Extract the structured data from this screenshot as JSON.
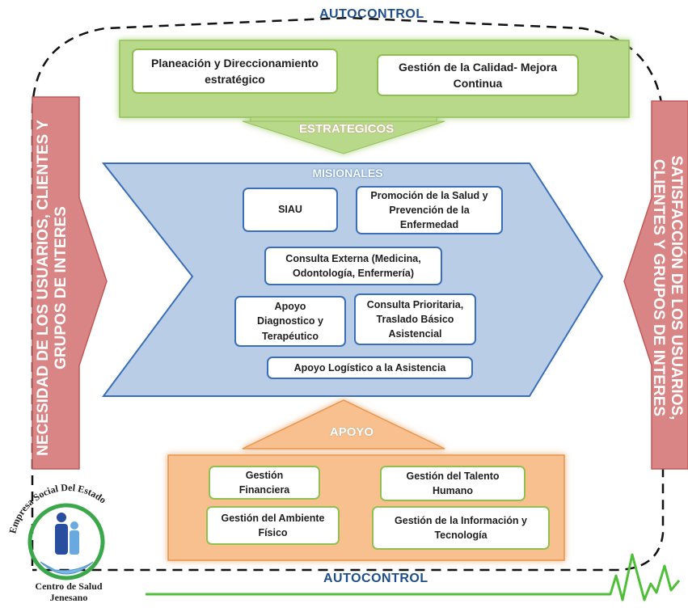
{
  "autocontrol_top": "AUTOCONTROL",
  "autocontrol_bottom": "AUTOCONTROL",
  "left_arrow_text": "NECESIDAD DE LOS USUARIOS, CLIENTES Y\nGRUPOS DE INTERES",
  "right_arrow_text": "SATISFACCIÓN DE LOS USUARIOS,\nCLIENTES Y GRUPOS DE INTERES",
  "estrategicos": {
    "label": "ESTRATEGICOS",
    "items": [
      "Planeación y Direccionamiento\nestratégico",
      "Gestión de la Calidad- Mejora\nContinua"
    ]
  },
  "misionales": {
    "label": "MISIONALES",
    "items": [
      "SIAU",
      "Promoción de la Salud y\nPrevención de la\nEnfermedad",
      "Consulta Externa (Medicina,\nOdontología, Enfermería)",
      "Apoyo\nDiagnostico y\nTerapéutico",
      "Consulta Prioritaria,\nTraslado Básico\nAsistencial",
      "Apoyo Logístico a la Asistencia"
    ]
  },
  "apoyo": {
    "label": "APOYO",
    "items": [
      "Gestión\nFinanciera",
      "Gestión del Talento\nHumano",
      "Gestión del Ambiente\nFísico",
      "Gestión de la Información y\nTecnología"
    ]
  },
  "logo": {
    "arc_text": "Empresa Social Del Estado",
    "bottom_text": "Centro de Salud\nJenesano"
  },
  "colors": {
    "green": "#b9d98a",
    "blue": "#b9cde6",
    "orange": "#f9c08f",
    "red": "#da8585",
    "dark_blue": "#1f4e8c"
  }
}
